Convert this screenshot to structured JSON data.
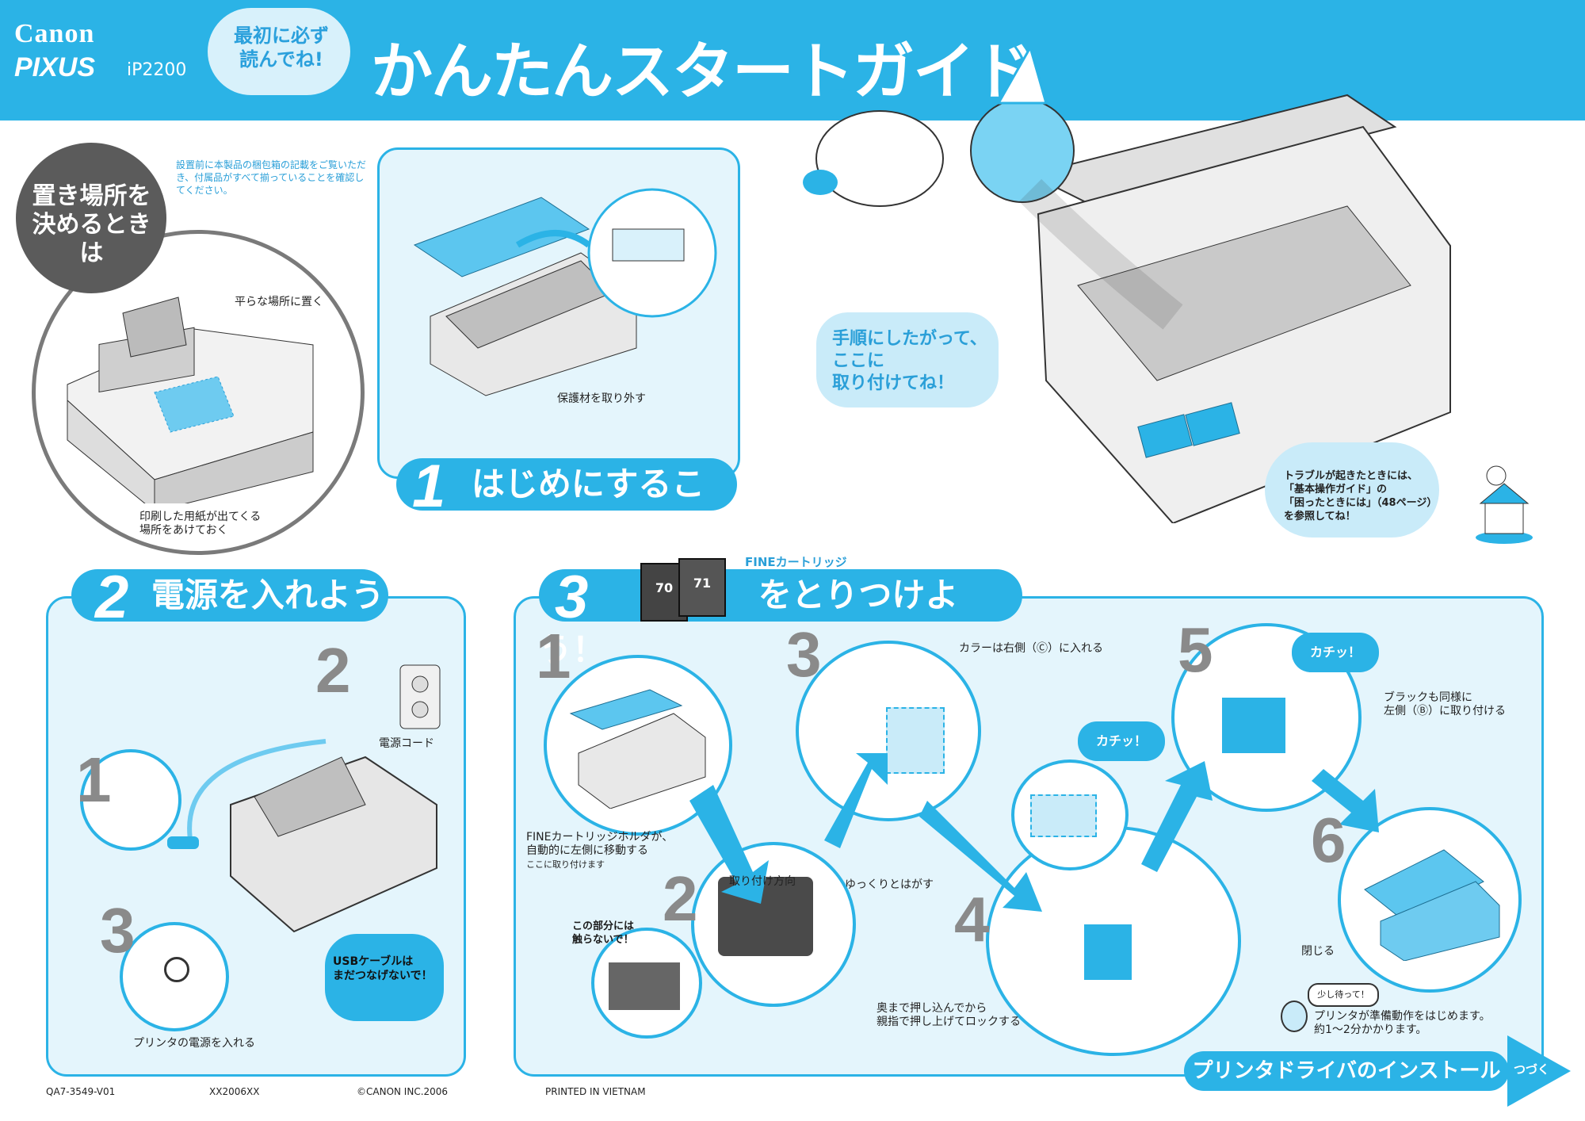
{
  "header": {
    "brand": "Canon",
    "product": "PIXUS",
    "model": "iP2200",
    "bubble_line1": "最初に必ず",
    "bubble_line2": "読んでね!",
    "title": "かんたんスタートガイド"
  },
  "placement": {
    "badge_line1": "置き場所を",
    "badge_line2": "決めるときは",
    "note": "設置前に本製品の梱包箱の記載をご覧いただき、付属品がすべて揃っていることを確認してください。",
    "flat_place": "平らな場所に置く",
    "paper_space_line1": "印刷した用紙が出てくる",
    "paper_space_line2": "場所をあけておく"
  },
  "section1": {
    "number": "1",
    "heading": "はじめにすること",
    "caption": "保護材を取り外す"
  },
  "mascot": {
    "speech_line1": "手順にしたがって、",
    "speech_line2": "ここに",
    "speech_line3": "取り付けてね！"
  },
  "trouble": {
    "line1": "トラブルが起きたときには、",
    "line2": "「基本操作ガイド」の",
    "line3": "「困ったときには」（48ページ）",
    "line4": "を参照してね！"
  },
  "section2": {
    "number": "2",
    "heading": "電源を入れよう",
    "step1": "1",
    "step2": "2",
    "step3": "3",
    "power_cord": "電源コード",
    "usb_note_line1": "USBケーブルは",
    "usb_note_line2": "まだつなげないで！",
    "power_on": "プリンタの電源を入れる"
  },
  "section3": {
    "number": "3",
    "cartridge_label": "FINEカートリッジ",
    "cartridge_black": "70",
    "cartridge_color": "71",
    "heading": "をとりつけよう！",
    "s1": "1",
    "s2": "2",
    "s3": "3",
    "s4": "4",
    "s5": "5",
    "s6": "6",
    "holder_line1": "FINEカートリッジホルダが、",
    "holder_line2": "自動的に左側に移動する",
    "holder_line3": "ここに取り付けます",
    "dont_touch_line1": "この部分には",
    "dont_touch_line2": "触らないで！",
    "direction": "取り付け方向",
    "peel": "ゆっくりとはがす",
    "color_right": "カラーは右側（Ⓒ）に入れる",
    "click1": "カチッ！",
    "click2": "カチッ！",
    "push_line1": "奥まで押し込んでから",
    "push_line2": "親指で押し上げてロックする",
    "black_line1": "ブラックも同様に",
    "black_line2": "左側（Ⓑ）に取り付ける",
    "close": "閉じる",
    "wait_bubble": "少し待って！",
    "wait_line1": "プリンタが準備動作をはじめます。",
    "wait_line2": "約1〜2分かかります。"
  },
  "footer": {
    "code": "QA7-3549-V01",
    "code2": "XX2006XX",
    "copyright": "©CANON INC.2006",
    "printed": "PRINTED IN VIETNAM",
    "next_banner": "プリンタドライバのインストール",
    "continue": "つづく"
  },
  "colors": {
    "accent": "#2bb3e6",
    "light": "#e4f5fc",
    "gray": "#8a8a8a"
  }
}
